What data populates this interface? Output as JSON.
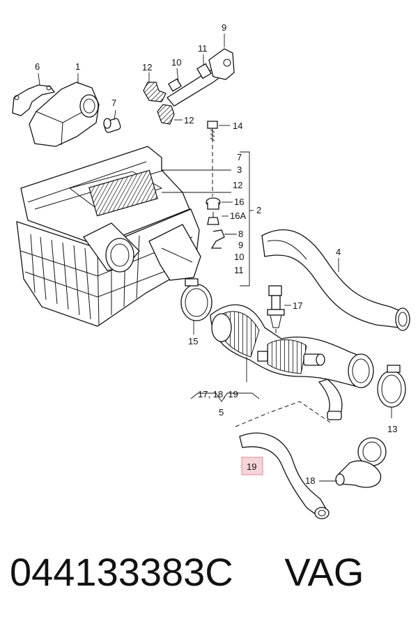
{
  "diagram": {
    "callouts": {
      "c1": "1",
      "c2": "2",
      "c3": "3",
      "c4": "4",
      "c5": "5",
      "c6": "6",
      "c7a": "7",
      "c7b": "7",
      "c8": "8",
      "c9a": "9",
      "c9b": "9",
      "c10a": "10",
      "c10b": "10",
      "c11a": "11",
      "c11b": "11",
      "c12a": "12",
      "c12b": "12",
      "c12c": "12",
      "c13": "13",
      "c14": "14",
      "c15": "15",
      "c16": "16",
      "c16a": "16A",
      "c17": "17",
      "c18": "18",
      "c19": "19",
      "group5": "17, 18, 19"
    },
    "highlight_color": "#f7d4d8"
  },
  "footer": {
    "part_number": "044133383C",
    "brand": "VAG"
  }
}
